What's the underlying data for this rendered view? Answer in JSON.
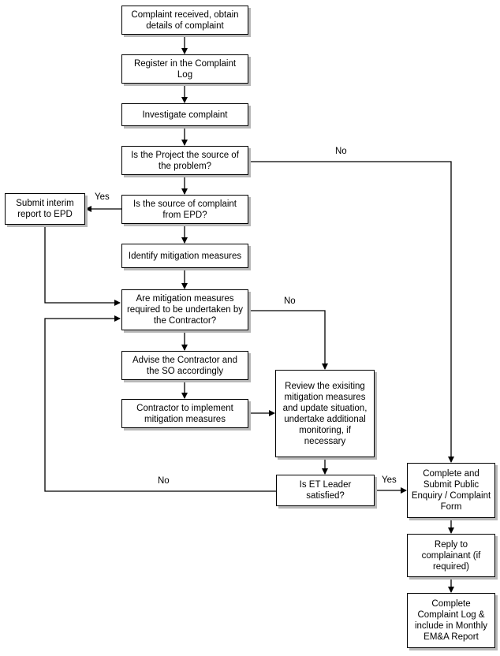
{
  "boxes": {
    "complaint_received": "Complaint received, obtain\ndetails of complaint",
    "register": "Register in the Complaint\nLog",
    "investigate": "Investigate complaint",
    "project_source": "Is the Project the source of\nthe problem?",
    "epd_source": "Is the source of complaint\nfrom EPD?",
    "interim_report": "Submit interim\nreport to EPD",
    "identify_mitigation": "Identify mitigation measures",
    "mitigation_required": "Are mitigation measures\nrequired to be undertaken by\nthe Contractor?",
    "advise": "Advise the Contractor and\nthe SO accordingly",
    "contractor_implement": "Contractor to implement\nmitigation measures",
    "review": "Review the exisiting\nmitigation measures\nand update situation,\nundertake additional\nmonitoring, if\nnecessary",
    "et_leader": "Is ET Leader\nsatisfied?",
    "complete_form": "Complete and\nSubmit Public\nEnquiry / Complaint\nForm",
    "reply": "Reply to\ncomplainant (if\nrequired)",
    "complete_log": "Complete\nComplaint Log &\ninclude in Monthly\nEM&A Report"
  },
  "labels": {
    "project_no": "No",
    "epd_yes": "Yes",
    "mitigation_no": "No",
    "et_no": "No",
    "et_yes": "Yes"
  }
}
